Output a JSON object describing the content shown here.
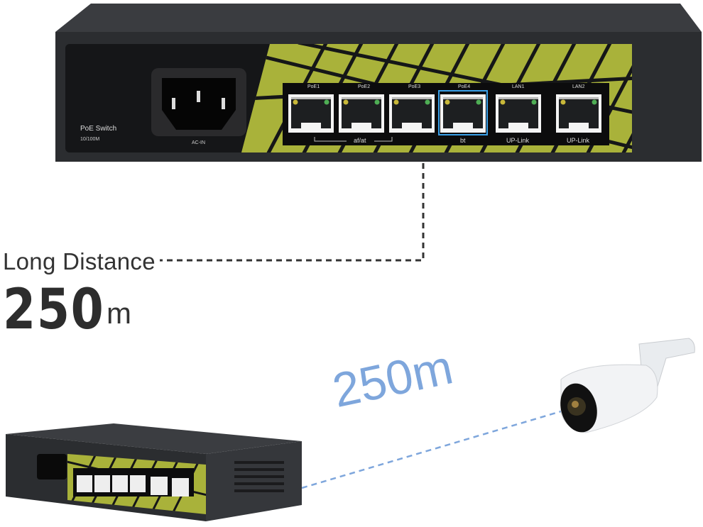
{
  "switch_front": {
    "brand_label": "PoE Switch",
    "speed_label": "10/100M",
    "power_label": "AC-IN",
    "ports": [
      {
        "label": "PoE1"
      },
      {
        "label": "PoE2"
      },
      {
        "label": "PoE3"
      },
      {
        "label": "PoE4"
      },
      {
        "label": "LAN1"
      },
      {
        "label": "LAN2"
      }
    ],
    "group_labels": {
      "poe_af_at": "af/at",
      "poe_bt": "bt",
      "uplink1": "UP-Link",
      "uplink2": "UP-Link"
    }
  },
  "headline": {
    "title": "Long Distance",
    "value": "250",
    "unit": "m"
  },
  "diagram_label": "250m",
  "colors": {
    "accent_yellow": "#a9b23a",
    "blue_dash": "#7ea6dc",
    "body_dark": "#2b2d30"
  }
}
